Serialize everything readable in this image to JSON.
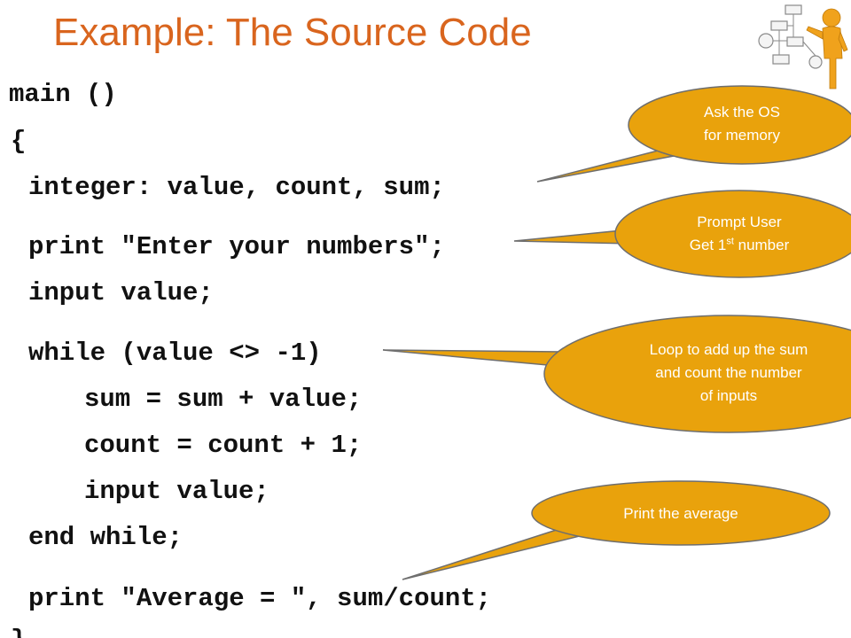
{
  "slide": {
    "title": "Example: The Source Code",
    "code_lines": [
      "main ()",
      "{",
      "integer: value, count, sum;",
      "print \"Enter your numbers\";",
      "input value;",
      "while (value <> -1)",
      "sum = sum + value;",
      "count = count + 1;",
      "input value;",
      "end while;",
      "print \"Average = \", sum/count;",
      "}"
    ],
    "callouts": {
      "memory": {
        "line1": "Ask the OS",
        "line2": "for memory"
      },
      "prompt": {
        "line1": "Prompt User",
        "line2_pre": "Get 1",
        "line2_sup": "st",
        "line2_post": " number"
      },
      "loop": {
        "line1": "Loop to add up the sum",
        "line2": "and count the number",
        "line3": "of inputs"
      },
      "average": {
        "line1": "Print the average"
      }
    },
    "colors": {
      "title": "#D9651E",
      "callout_fill": "#E9A20C",
      "callout_border": "#6E6E6E",
      "code": "#111111"
    },
    "icons": [
      "flowchart-figure-icon"
    ]
  }
}
